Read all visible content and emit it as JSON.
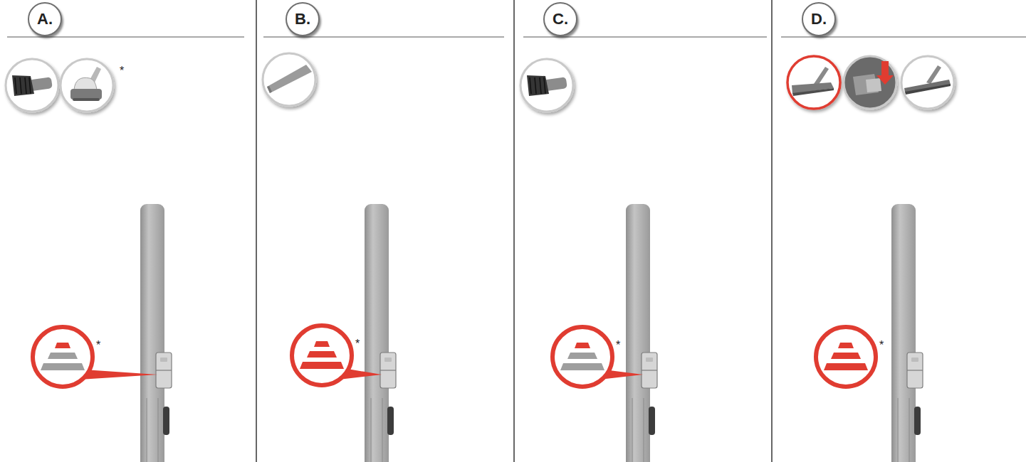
{
  "diagram": {
    "nodes": [
      {
        "text": [
          "A."
        ]
      },
      {
        "text": [
          "B."
        ]
      },
      {
        "text": [
          "C."
        ]
      },
      {
        "text": [
          "D."
        ]
      }
    ],
    "labels": [
      "*",
      "*",
      "*",
      "*",
      "*"
    ]
  }
}
